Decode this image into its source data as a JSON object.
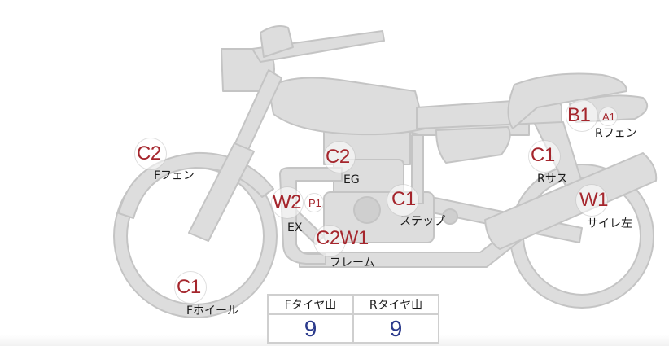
{
  "colors": {
    "bike_fill": "#dddddd",
    "bike_stroke": "#c4c4c4",
    "code": "#a5262d",
    "tread_value": "#2b3a8c"
  },
  "markers": [
    {
      "id": "front-fender",
      "code": "C2",
      "sub": "",
      "label": "Fフェン"
    },
    {
      "id": "front-wheel",
      "code": "C1",
      "sub": "",
      "label": "Fホイール"
    },
    {
      "id": "engine",
      "code": "C2",
      "sub": "",
      "label": "EG"
    },
    {
      "id": "exhaust",
      "code": "W2",
      "sub": "P1",
      "label": "EX"
    },
    {
      "id": "frame",
      "code": "C2W1",
      "sub": "",
      "label": "フレーム"
    },
    {
      "id": "step",
      "code": "C1",
      "sub": "",
      "label": "ステップ"
    },
    {
      "id": "rear-fender",
      "code": "B1",
      "sub": "A1",
      "label": "Rフェン"
    },
    {
      "id": "rear-suspension",
      "code": "C1",
      "sub": "",
      "label": "Rサス"
    },
    {
      "id": "silencer-left",
      "code": "W1",
      "sub": "",
      "label": "サイレ左"
    }
  ],
  "tire_tread": {
    "front_header": "Fタイヤ山",
    "rear_header": "Rタイヤ山",
    "front_value": "9",
    "rear_value": "9"
  }
}
